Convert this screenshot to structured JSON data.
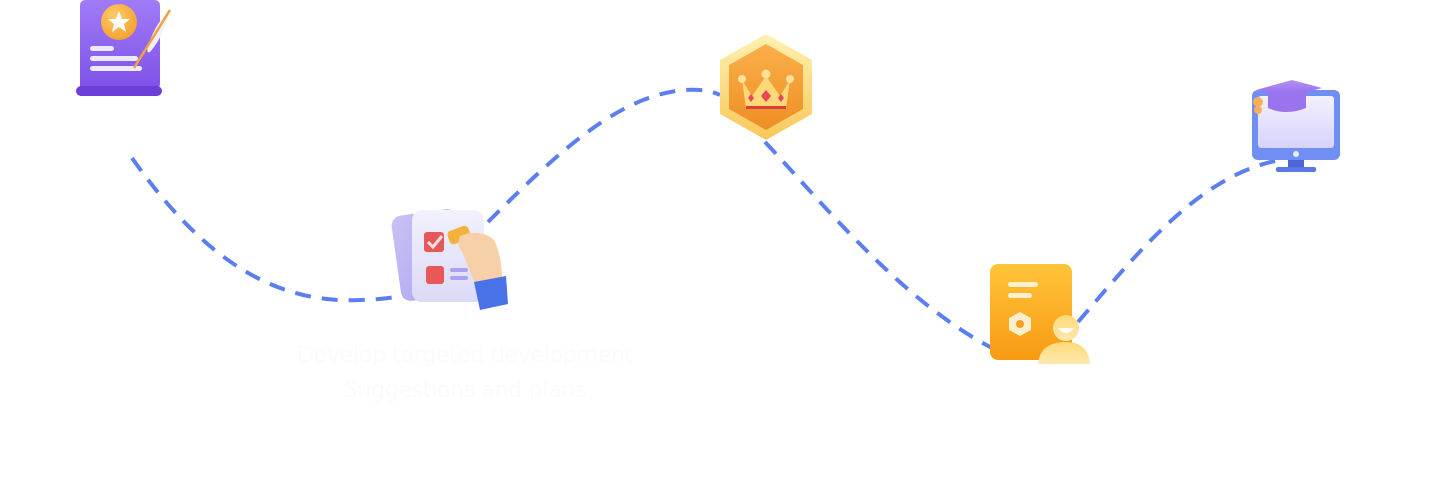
{
  "diagram": {
    "type": "roadmap-path",
    "path_color": "#5b7ff0",
    "steps": [
      {
        "id": "step-1",
        "icon": "certificate-scroll-with-star-and-quill-icon",
        "color": "#8b5cf6"
      },
      {
        "id": "step-2",
        "icon": "checklist-with-hand-holding-pencil-icon",
        "color": "#7c8cf0",
        "caption": {
          "line1": "Develop targeted development",
          "line2": "Suggestions and plans"
        }
      },
      {
        "id": "step-3",
        "icon": "hexagon-crown-badge-icon",
        "color": "#f5a623"
      },
      {
        "id": "step-4",
        "icon": "document-with-user-profile-icon",
        "color": "#f7a314"
      },
      {
        "id": "step-5",
        "icon": "computer-with-graduation-cap-icon",
        "color": "#6b8ef5"
      }
    ]
  }
}
